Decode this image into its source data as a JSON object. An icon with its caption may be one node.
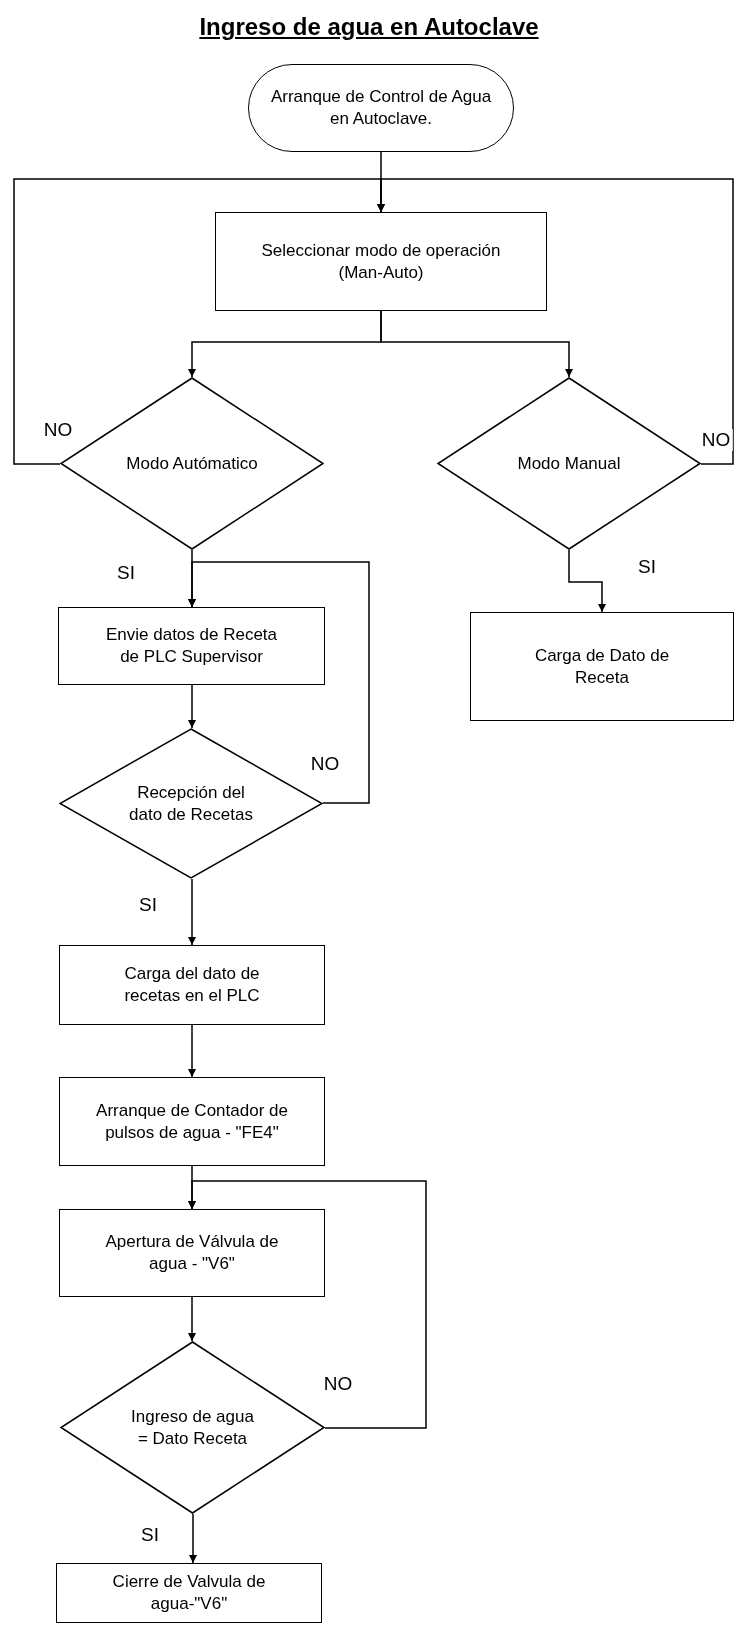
{
  "diagram": {
    "title": "Ingreso de agua en Autoclave",
    "nodes": [
      {
        "text": [
          "Arranque de Control de Agua en Autoclave."
        ]
      },
      {
        "text": [
          "Seleccionar modo de operación (Man-Auto)"
        ]
      },
      {
        "text": [
          "Modo Autómatico"
        ]
      },
      {
        "text": [
          "Modo Manual"
        ]
      },
      {
        "text": [
          "Envie datos de Receta de PLC Supervisor"
        ]
      },
      {
        "text": [
          "Carga de Dato de Receta"
        ]
      },
      {
        "text": [
          "Recepción del dato de Recetas"
        ]
      },
      {
        "text": [
          "Carga del dato de recetas en el PLC"
        ]
      },
      {
        "text": [
          "Arranque de Contador de pulsos de agua - \"FE4\""
        ]
      },
      {
        "text": [
          "Apertura de Válvula de agua - \"V6\""
        ]
      },
      {
        "text": [
          "Ingreso de agua = Dato Receta"
        ]
      },
      {
        "text": [
          "Cierre de Valvula de agua-\"V6\""
        ]
      }
    ],
    "edges": [
      {
        "from": 0,
        "to": 1,
        "arrow": "to"
      },
      {
        "from": 1,
        "to": 2,
        "arrow": "to"
      },
      {
        "from": 1,
        "to": 3,
        "arrow": "to"
      },
      {
        "from": 2,
        "to": 1,
        "arrow": "to",
        "label": "NO"
      },
      {
        "from": 3,
        "to": 1,
        "arrow": "to",
        "label": "NO"
      },
      {
        "from": 2,
        "to": 4,
        "arrow": "to",
        "label": "SI"
      },
      {
        "from": 4,
        "to": 6,
        "arrow": "to"
      },
      {
        "from": 6,
        "to": 4,
        "arrow": "to",
        "label": "NO"
      },
      {
        "from": 6,
        "to": 7,
        "arrow": "to",
        "label": "SI"
      },
      {
        "from": 3,
        "to": 5,
        "arrow": "to",
        "label": "SI"
      },
      {
        "from": 7,
        "to": 8,
        "arrow": "to"
      },
      {
        "from": 8,
        "to": 9,
        "arrow": "to"
      },
      {
        "from": 9,
        "to": 10,
        "arrow": "to"
      },
      {
        "from": 10,
        "to": 9,
        "arrow": "to",
        "label": "NO"
      },
      {
        "from": 10,
        "to": 11,
        "arrow": "to",
        "label": "SI"
      }
    ]
  }
}
